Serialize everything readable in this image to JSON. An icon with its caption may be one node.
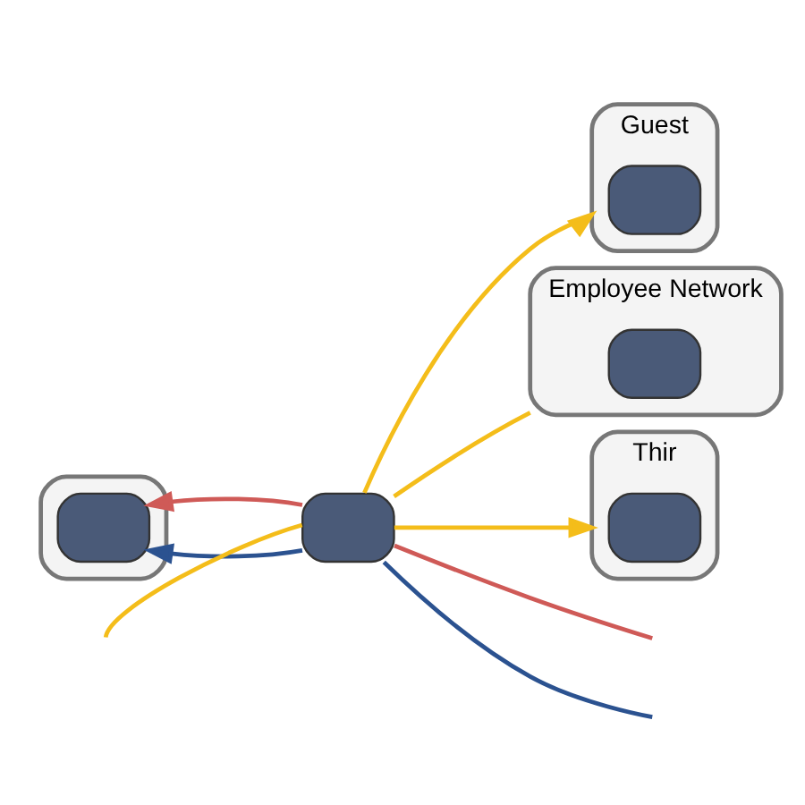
{
  "diagram": {
    "nodes": [
      {
        "text": [],
        "shape": "box"
      },
      {
        "text": [],
        "shape": "box",
        "in": 0
      },
      {
        "text": [],
        "shape": "box"
      },
      {
        "text": [
          "Guest"
        ]
      },
      {
        "text": [],
        "shape": "box",
        "in": 3
      },
      {
        "text": [
          "Employee Network"
        ]
      },
      {
        "text": [],
        "shape": "box",
        "in": 5
      },
      {
        "text": [
          "Thir"
        ]
      },
      {
        "text": [],
        "shape": "box",
        "in": 7
      }
    ],
    "edges": [
      {
        "from": 2,
        "to": 1,
        "arrow": "to",
        "color": "#2b5290"
      },
      {
        "from": 2,
        "to": 1,
        "arrow": "to",
        "color": "#cf5a57"
      },
      {
        "from": 2,
        "to": null,
        "arrow": "none",
        "color": "#2b5290"
      },
      {
        "from": 2,
        "to": 3,
        "arrow": "to"
      },
      {
        "from": 2,
        "to": null,
        "arrow": "none",
        "color": "#cf5a57"
      },
      {
        "from": 2,
        "to": null,
        "arrow": "none"
      },
      {
        "from": 2,
        "to": 5,
        "arrow": "none"
      },
      {
        "from": 2,
        "to": 7,
        "arrow": "to"
      }
    ]
  }
}
